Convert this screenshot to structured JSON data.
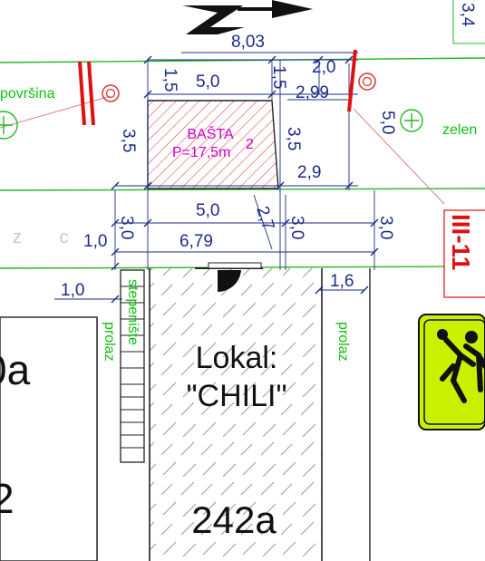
{
  "colors": {
    "dimension": "#1d2a8a",
    "green_label": "#10c010",
    "hatch_red": "#e03030",
    "garden_label": "#d000c8",
    "sign_yellow": "#c8f000",
    "marker_red": "#e01010"
  },
  "labels": {
    "surface": "površina",
    "green": "zelen",
    "garden_title": "BAŠTA",
    "garden_area": "P=17,5m",
    "garden_area_sup": "2",
    "stairs": "stepenište",
    "passage_left": "prolaz",
    "passage_right": "prolaz",
    "shop_line1": "Lokal:",
    "shop_line2": "\"CHILI\"",
    "building_left_top": "0a",
    "building_left_bottom": "2",
    "building_number": "242a",
    "road_letters": "z c",
    "sign_code": "III-11",
    "top_right_dim": "3,4"
  },
  "dimensions": {
    "top_total": "8,03",
    "left_1_5": "1,5",
    "top_5_0": "5,0",
    "mid_1_5": "1,5",
    "right_2_0": "2,0",
    "diag_2_99": "2,99",
    "garden_depth": "3,5",
    "right_3_5": "3,5",
    "right_2_9": "2,9",
    "right_5_0": "5,0",
    "bottom_5_0": "5,0",
    "diag_2_7": "2,7",
    "left_3_0": "3,0",
    "left_1_0": "1,0",
    "bottom_6_79": "6,79",
    "mid_3_0": "3,0",
    "far_3_0": "3,0",
    "lower_1_0": "1,0",
    "passage_1_6": "1,6"
  },
  "icons": {
    "north_arrow": "north-arrow-icon",
    "direction_arrow": "arrow-right-icon",
    "tree_left": "tree-icon",
    "tree_right": "tree-icon",
    "manhole_left": "manhole-icon",
    "manhole_right": "manhole-icon",
    "door": "door-icon",
    "pedestrian_sign": "pedestrian-crossing-sign-icon"
  }
}
